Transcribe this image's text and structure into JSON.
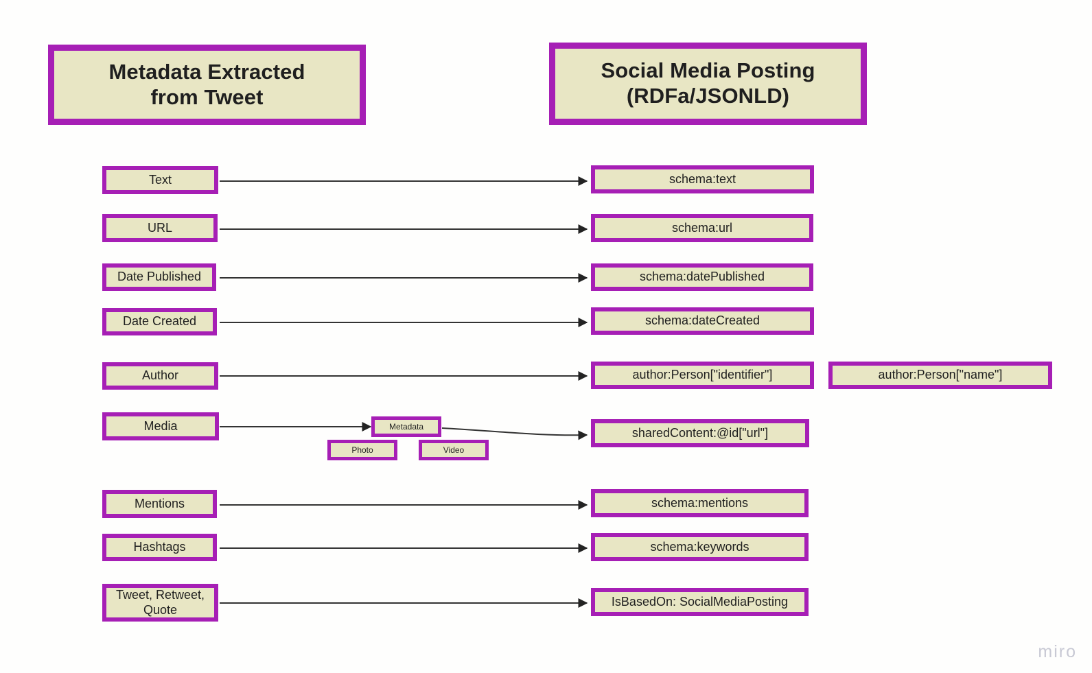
{
  "canvas": {
    "background": "#fefefd",
    "node_fill": "#e8e6c4",
    "node_border": "#a61fb5",
    "text_color": "#1f1f1f",
    "connector_color": "#333333"
  },
  "headers": {
    "left": "Metadata Extracted\nfrom Tweet",
    "left_line1": "Metadata Extracted",
    "left_line2": "from Tweet",
    "right_line1": "Social Media Posting",
    "right_line2": "(RDFa/JSONLD)"
  },
  "mappings": [
    {
      "source": "Text",
      "target": "schema:text"
    },
    {
      "source": "URL",
      "target": "schema:url"
    },
    {
      "source": "Date Published",
      "target": "schema:datePublished"
    },
    {
      "source": "Date Created",
      "target": "schema:dateCreated"
    },
    {
      "source": "Author",
      "target": "author:Person[\"identifier\"]"
    },
    {
      "source": "Media",
      "target": "sharedContent:@id[\"url\"]"
    },
    {
      "source": "Mentions",
      "target": "schema:mentions"
    },
    {
      "source": "Hashtags",
      "target": "schema:keywords"
    },
    {
      "source": "Tweet, Retweet,\nQuote",
      "target": "IsBasedOn: SocialMediaPosting"
    }
  ],
  "left_nodes": {
    "text": "Text",
    "url": "URL",
    "date_published": "Date Published",
    "date_created": "Date Created",
    "author": "Author",
    "media": "Media",
    "mentions": "Mentions",
    "hashtags": "Hashtags",
    "tweet_line1": "Tweet, Retweet,",
    "tweet_line2": "Quote"
  },
  "right_nodes": {
    "schema_text": "schema:text",
    "schema_url": "schema:url",
    "schema_date_published": "schema:datePublished",
    "schema_date_created": "schema:dateCreated",
    "author_identifier": "author:Person[\"identifier\"]",
    "author_name": "author:Person[\"name\"]",
    "shared_content": "sharedContent:@id[\"url\"]",
    "schema_mentions": "schema:mentions",
    "schema_keywords": "schema:keywords",
    "is_based_on": "IsBasedOn: SocialMediaPosting"
  },
  "media_children": {
    "metadata": "Metadata",
    "photo": "Photo",
    "video": "Video"
  },
  "watermark": "miro"
}
